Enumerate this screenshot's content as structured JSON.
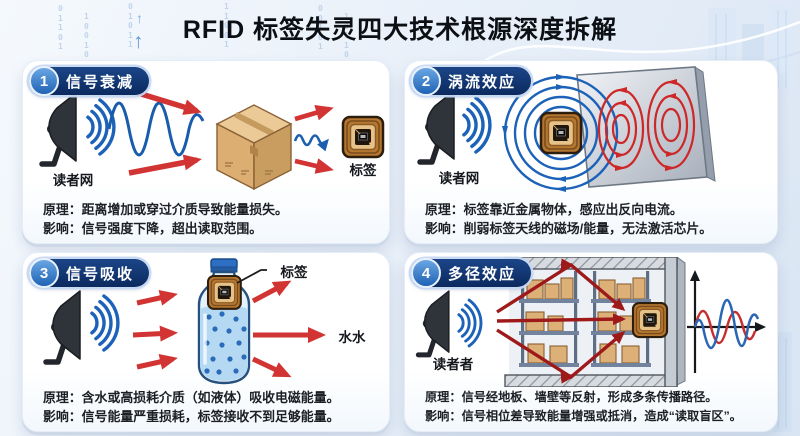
{
  "title": "RFID 标签失灵四大技术根源深度拆解",
  "panels": [
    {
      "number": "1",
      "heading": "信号衰减",
      "reader_label": "读者网",
      "tag_label": "标签",
      "principle_label": "原理：",
      "principle_text": "距离增加或穿过介质导致能量损失。",
      "impact_label": "影响：",
      "impact_text": "信号强度下降，超出读取范围。"
    },
    {
      "number": "2",
      "heading": "涡流效应",
      "reader_label": "读者网",
      "principle_label": "原理：",
      "principle_text": "标签靠近金属物体，感应出反向电流。",
      "impact_label": "影响：",
      "impact_text": "削弱标签天线的磁场/能量，无法激活芯片。"
    },
    {
      "number": "3",
      "heading": "信号吸收",
      "tag_label": "标签",
      "water_label": "水水",
      "principle_label": "原理：",
      "principle_text": "含水或高损耗介质（如液体）吸收电磁能量。",
      "impact_label": "影响：",
      "impact_text": "信号能量严重损耗，标签接收不到足够能量。"
    },
    {
      "number": "4",
      "heading": "多径效应",
      "reader_label": "读者者",
      "principle_label": "原理：",
      "principle_text": "信号经地板、墙壁等反射，形成多条传播路径。",
      "impact_label": "影响：",
      "impact_text": "信号相位差导致能量增强或抵消，造成“读取盲区”。"
    }
  ],
  "decor": {
    "arrow_glyph": "↑",
    "binary_columns": [
      "0\n1\n1\n0\n1",
      "1\n0\n0\n1\n0",
      "0\n1\n0\n1\n1",
      "1\n1\n0\n0\n1",
      "0\n0\n1\n0\n1",
      "1\n0\n1\n1\n0"
    ]
  },
  "colors": {
    "accent_blue": "#1b62b8",
    "signal_red": "#d23434",
    "multipath_red": "#9e1a1a",
    "badge_navy": "#0b2a5f",
    "badge_circle_blue": "#2f7cd1",
    "panel_bg": "#ffffff",
    "page_bg": "#e4edf7",
    "metal_gray": "#aab3bf",
    "box_tan": "#dcae72"
  }
}
